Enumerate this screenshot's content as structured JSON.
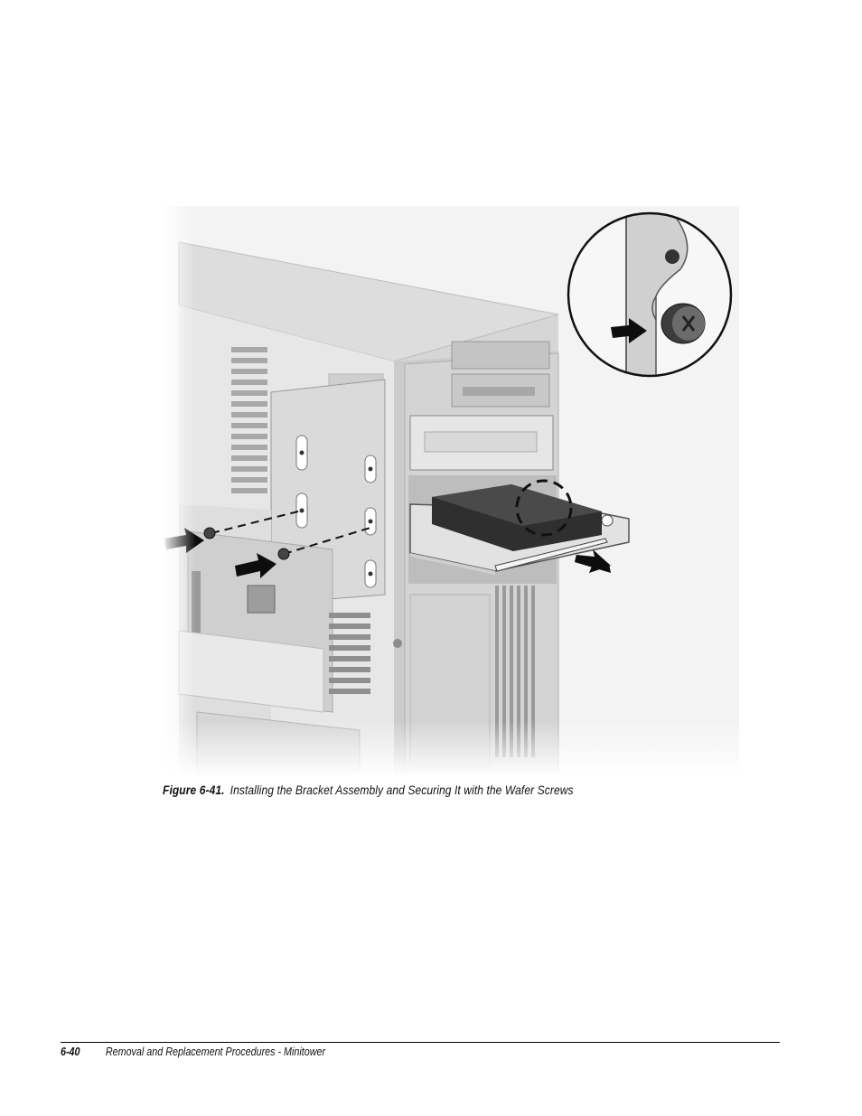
{
  "figure": {
    "label": "Figure 6-41.",
    "caption": "Installing the Bracket Assembly and Securing It with the Wafer Screws"
  },
  "footer": {
    "page_number": "6-40",
    "section_title": "Removal and Replacement Procedures - Minitower"
  }
}
